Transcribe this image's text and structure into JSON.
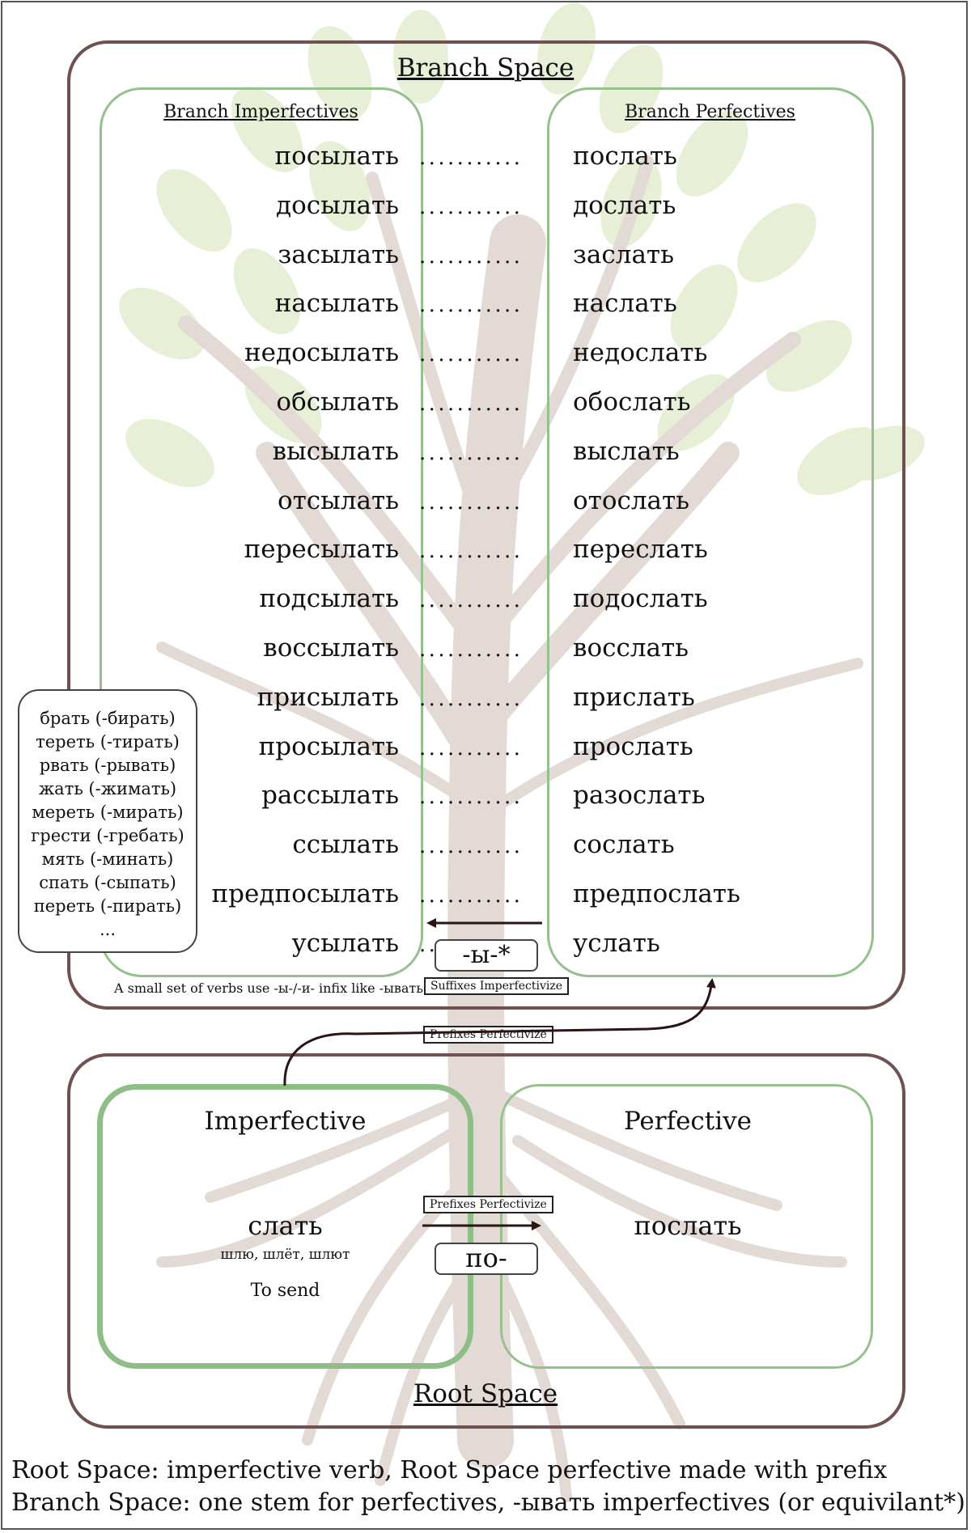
{
  "branch_space": {
    "title": "Branch Space",
    "imperfectives_title": "Branch Imperfectives",
    "perfectives_title": "Branch Perfectives",
    "pairs": [
      {
        "imperfective": "посылать",
        "perfective": "послать"
      },
      {
        "imperfective": "досылать",
        "perfective": "дослать"
      },
      {
        "imperfective": "засылать",
        "perfective": "заслать"
      },
      {
        "imperfective": "насылать",
        "perfective": "наслать"
      },
      {
        "imperfective": "недосылать",
        "perfective": "недослать"
      },
      {
        "imperfective": "обсылать",
        "perfective": "обослать"
      },
      {
        "imperfective": "высылать",
        "perfective": "выслать"
      },
      {
        "imperfective": "отсылать",
        "perfective": "отослать"
      },
      {
        "imperfective": "пересылать",
        "perfective": "переслать"
      },
      {
        "imperfective": "подсылать",
        "perfective": "подослать"
      },
      {
        "imperfective": "воссылать",
        "perfective": "восслать"
      },
      {
        "imperfective": "присылать",
        "perfective": "прислать"
      },
      {
        "imperfective": "просылать",
        "perfective": "прослать"
      },
      {
        "imperfective": "рассылать",
        "perfective": "разослать"
      },
      {
        "imperfective": "ссылать",
        "perfective": "сослать"
      },
      {
        "imperfective": "предпосылать",
        "perfective": "предпослать"
      },
      {
        "imperfective": "усылать",
        "perfective": "услать"
      }
    ],
    "dots": "...........",
    "infix_label": "-ы-*",
    "suffix_tag": "Suffixes Imperfectivize",
    "side_note": "A small set of verbs use -ы-/-и- infix like -ывать",
    "side_box": [
      "брать (-бирать)",
      "тереть (-тирать)",
      "рвать (-рывать)",
      "жать (-жимать)",
      "мереть (-мирать)",
      "грести (-гребать)",
      "мять (-минать)",
      "спать (-сыпать)",
      "переть (-пирать)",
      "..."
    ]
  },
  "transition": {
    "prefix_tag": "Prefixes Perfectivize"
  },
  "root_space": {
    "title": "Root Space",
    "imperfective_heading": "Imperfective",
    "perfective_heading": "Perfective",
    "root_verb": "слать",
    "conjugation": "шлю, шлёт, шлют",
    "gloss": "To send",
    "perfective_verb": "послать",
    "prefix_tag": "Prefixes Perfectivize",
    "prefix_label": "по-"
  },
  "captions": {
    "line1": "Root Space: imperfective verb, Root Space perfective made with prefix",
    "line2": "Branch Space: one stem for perfectives, -ывать imperfectives (or equivilant*)"
  },
  "colors": {
    "space_border": "#6e5150",
    "green_border": "#97c08f",
    "arrow": "#2a1414",
    "tree_trunk": "#e3dad6",
    "leaves": "#e6eed3"
  }
}
